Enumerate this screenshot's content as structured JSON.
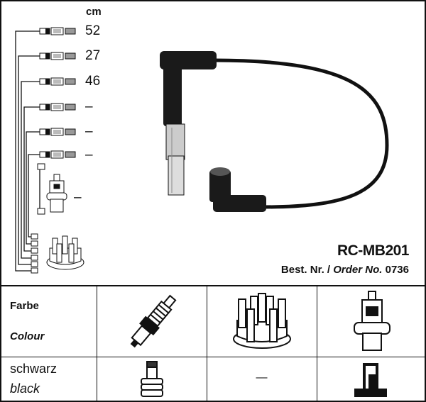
{
  "lengths": {
    "unit": "cm",
    "values": [
      "52",
      "27",
      "46",
      "–",
      "–",
      "–"
    ],
    "coil_lead": "–"
  },
  "product": {
    "name": "RC-MB201",
    "order_label_de": "Best. Nr.",
    "order_label_en": "Order No.",
    "order_no": "0736"
  },
  "table": {
    "header_de": "Farbe",
    "header_en": "Colour",
    "color_de": "schwarz",
    "color_en": "black",
    "distributor_value": "—",
    "icons": [
      "spark-plug-icon",
      "distributor-cap-icon",
      "ignition-coil-icon",
      "plug-connector-icon",
      "coil-connector-icon"
    ]
  }
}
